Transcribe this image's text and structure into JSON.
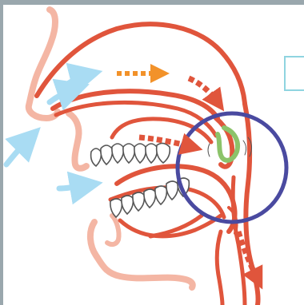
{
  "diagram": {
    "kind": "sagittal cross-section of head showing airflow paths",
    "colors": {
      "background": "#ffffff",
      "frame_edge": "#9aa7ad",
      "profile_outline": "#f4b6a4",
      "airway_outline": "#e0553c",
      "inhaled_air_arrow": "#a9dcf3",
      "flow_arrow_orange": "#f2922a",
      "flow_arrow_red": "#e0553c",
      "focus_circle": "#4a4aa0",
      "uvula_highlight": "#8cc36a",
      "teeth_stroke": "#555555",
      "label_box_border": "#8fd4e0"
    },
    "arrows": [
      {
        "name": "inhaled-air-arrow-nose-lower",
        "color_key": "inhaled_air_arrow",
        "style": "solid"
      },
      {
        "name": "inhaled-air-arrow-nose-upper",
        "color_key": "inhaled_air_arrow",
        "style": "solid"
      },
      {
        "name": "inhaled-air-arrow-top",
        "color_key": "inhaled_air_arrow",
        "style": "solid"
      },
      {
        "name": "inhaled-air-arrow-mouth",
        "color_key": "inhaled_air_arrow",
        "style": "solid"
      },
      {
        "name": "nasal-flow-arrow",
        "color_key": "flow_arrow_orange",
        "style": "dashed"
      },
      {
        "name": "nasopharynx-flow-arrow",
        "color_key": "flow_arrow_red",
        "style": "dashed"
      },
      {
        "name": "oral-flow-arrow",
        "color_key": "flow_arrow_red",
        "style": "dashed"
      },
      {
        "name": "trachea-flow-arrow",
        "color_key": "flow_arrow_red",
        "style": "dashed"
      }
    ],
    "label_box_text": ""
  }
}
